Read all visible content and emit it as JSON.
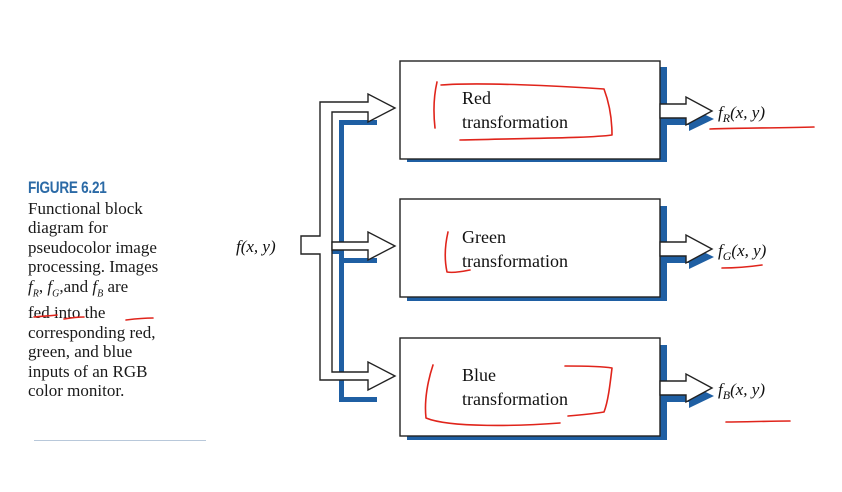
{
  "caption": {
    "figure_label": "FIGURE 6.21",
    "line1": "Functional block",
    "line2": "diagram for",
    "line3": "pseudocolor image",
    "line4": "processing. Images",
    "line5_rest": "are",
    "line6": "fed into the",
    "line7": "corresponding red,",
    "line8": "green, and blue",
    "line9": "inputs of an RGB",
    "line10": "color monitor."
  },
  "diagram": {
    "input_label": "f(x, y)",
    "blocks": [
      {
        "line1": "Red",
        "line2": "transformation"
      },
      {
        "line1": "Green",
        "line2": "transformation"
      },
      {
        "line1": "Blue",
        "line2": "transformation"
      }
    ],
    "outputs": [
      {
        "f": "f",
        "sub": "R",
        "args": "(x, y)"
      },
      {
        "f": "f",
        "sub": "G",
        "args": "(x, y)"
      },
      {
        "f": "f",
        "sub": "B",
        "args": "(x, y)"
      }
    ]
  },
  "colors": {
    "accent_blue": "#1f5fa3",
    "annotation_red": "#e0241b",
    "figure_label": "#2b6aa6"
  }
}
